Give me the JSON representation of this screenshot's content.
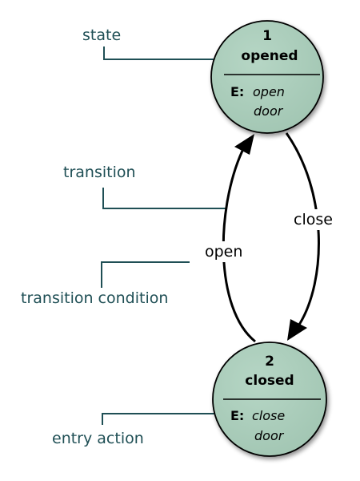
{
  "annotations": {
    "state": "state",
    "transition": "transition",
    "transition_condition": "transition condition",
    "entry_action": "entry action"
  },
  "states": {
    "opened": {
      "number": "1",
      "name": "opened",
      "entry_prefix": "E:",
      "entry_line1": "open",
      "entry_line2": "door"
    },
    "closed": {
      "number": "2",
      "name": "closed",
      "entry_prefix": "E:",
      "entry_line1": "close",
      "entry_line2": "door"
    }
  },
  "transitions": {
    "open": "open",
    "close": "close"
  },
  "colors": {
    "state_fill": "#a8cbb9",
    "state_outline": "#000000",
    "annotation": "#1f4f55",
    "arrow": "#000000"
  }
}
